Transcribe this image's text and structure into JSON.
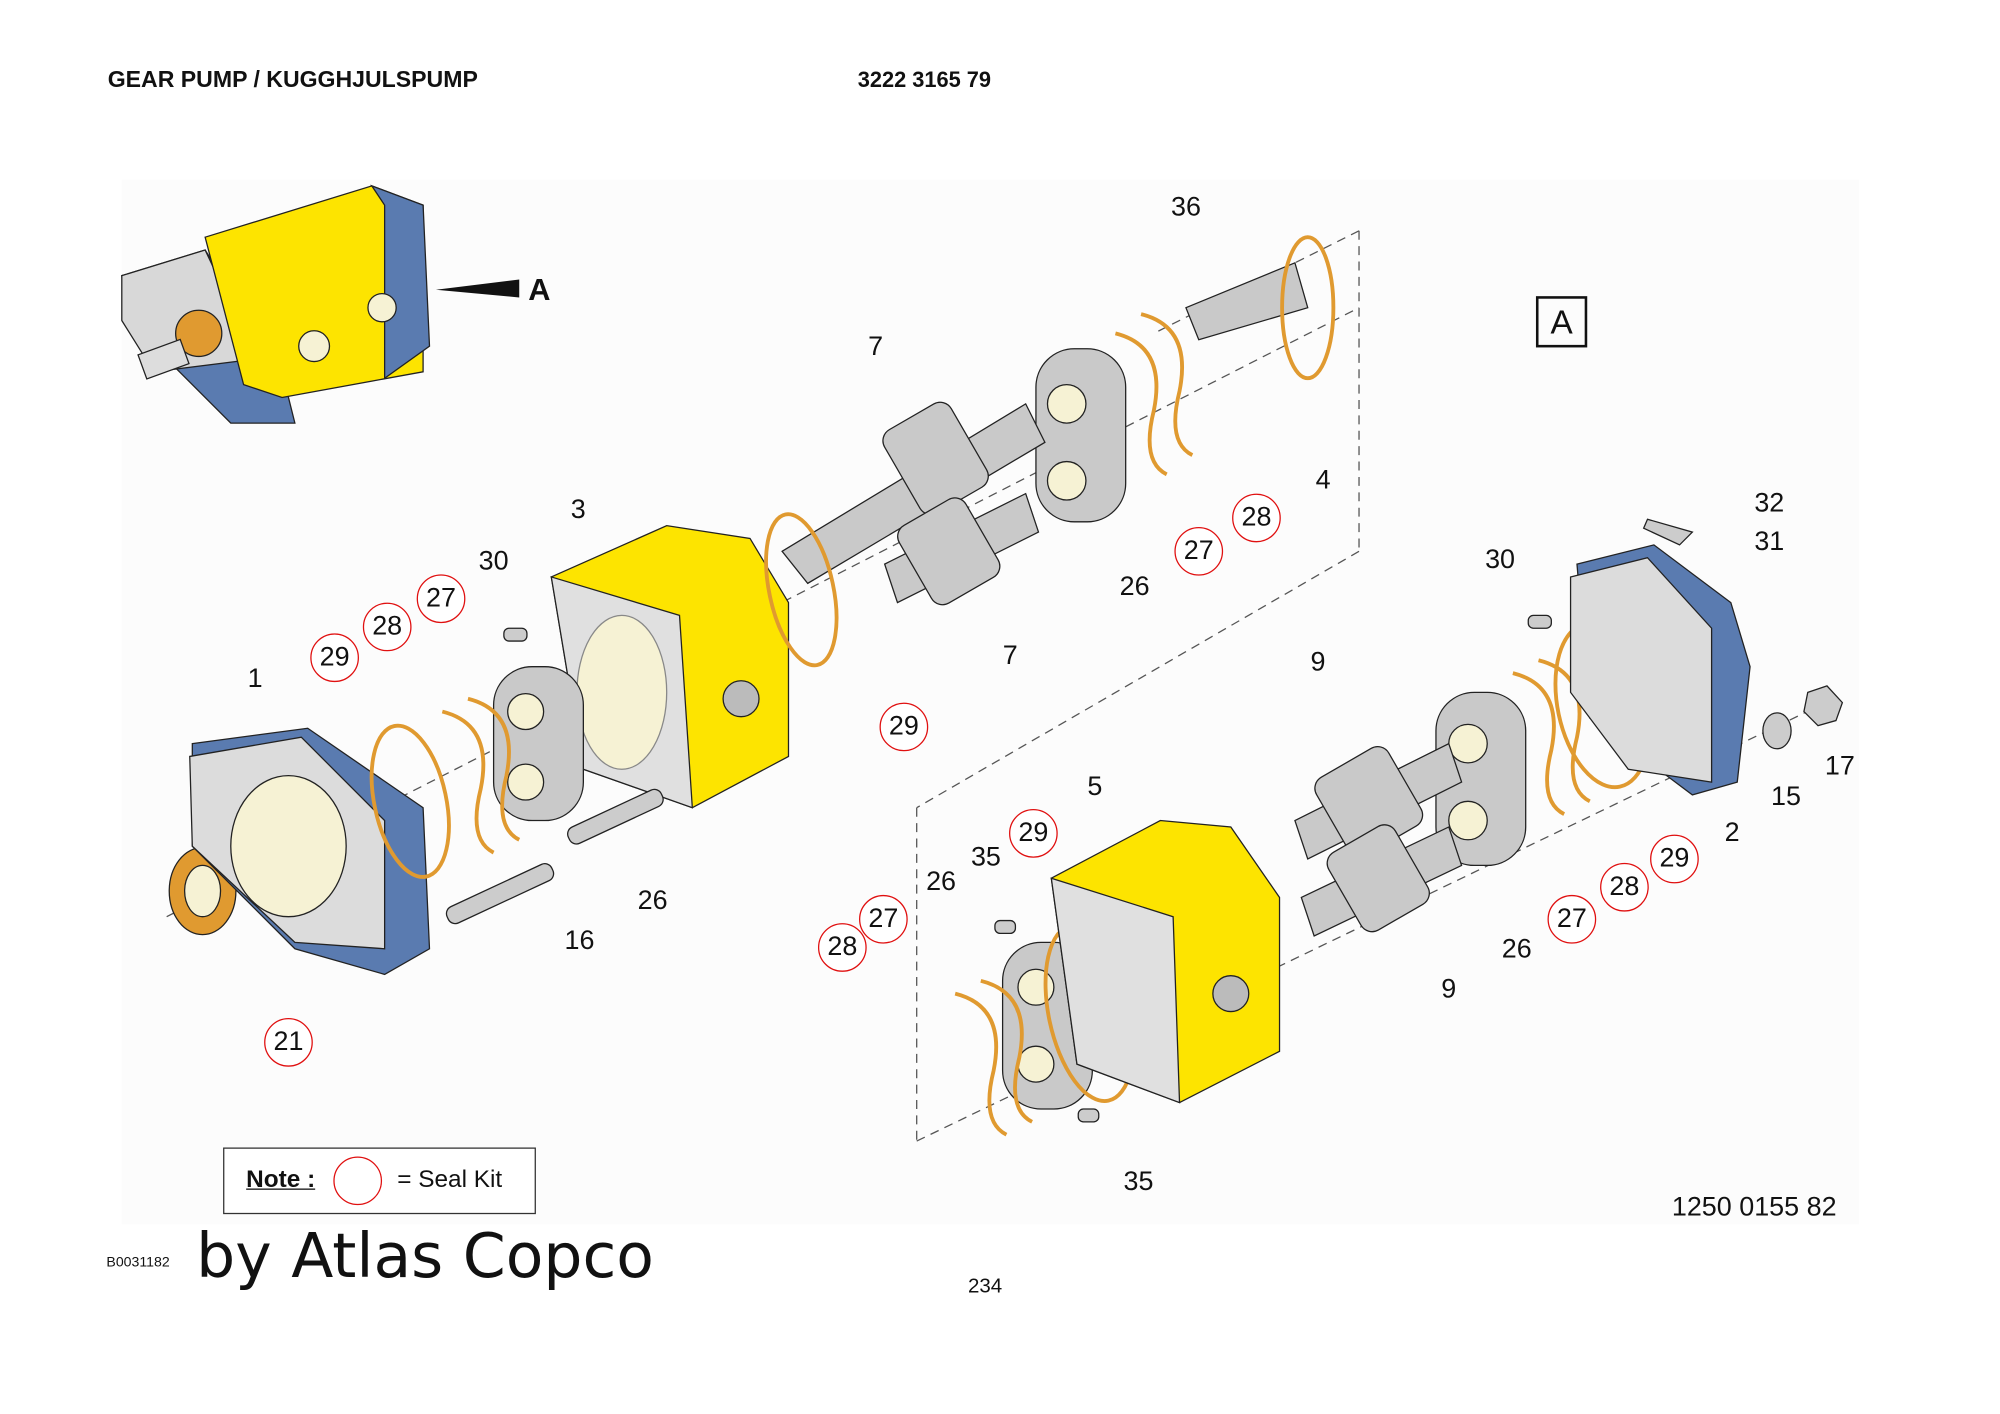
{
  "header": {
    "title": "GEAR PUMP / KUGGHJULSPUMP",
    "part_number": "3222 3165 79"
  },
  "view_marker": "A",
  "view_box_label": "A",
  "callouts": [
    {
      "label": "36",
      "seal_kit": false
    },
    {
      "label": "7",
      "seal_kit": false
    },
    {
      "label": "4",
      "seal_kit": false
    },
    {
      "label": "28",
      "seal_kit": true
    },
    {
      "label": "27",
      "seal_kit": true
    },
    {
      "label": "26",
      "seal_kit": false
    },
    {
      "label": "7",
      "seal_kit": false
    },
    {
      "label": "3",
      "seal_kit": false
    },
    {
      "label": "30",
      "seal_kit": false
    },
    {
      "label": "27",
      "seal_kit": true
    },
    {
      "label": "28",
      "seal_kit": true
    },
    {
      "label": "29",
      "seal_kit": true
    },
    {
      "label": "1",
      "seal_kit": false
    },
    {
      "label": "29",
      "seal_kit": true
    },
    {
      "label": "26",
      "seal_kit": false
    },
    {
      "label": "16",
      "seal_kit": false
    },
    {
      "label": "21",
      "seal_kit": true
    },
    {
      "label": "32",
      "seal_kit": false
    },
    {
      "label": "31",
      "seal_kit": false
    },
    {
      "label": "30",
      "seal_kit": false
    },
    {
      "label": "9",
      "seal_kit": false
    },
    {
      "label": "17",
      "seal_kit": false
    },
    {
      "label": "15",
      "seal_kit": false
    },
    {
      "label": "2",
      "seal_kit": false
    },
    {
      "label": "29",
      "seal_kit": true
    },
    {
      "label": "28",
      "seal_kit": true
    },
    {
      "label": "27",
      "seal_kit": true
    },
    {
      "label": "26",
      "seal_kit": false
    },
    {
      "label": "9",
      "seal_kit": false
    },
    {
      "label": "5",
      "seal_kit": false
    },
    {
      "label": "29",
      "seal_kit": true
    },
    {
      "label": "35",
      "seal_kit": false
    },
    {
      "label": "26",
      "seal_kit": false
    },
    {
      "label": "27",
      "seal_kit": true
    },
    {
      "label": "28",
      "seal_kit": true
    },
    {
      "label": "35",
      "seal_kit": false
    }
  ],
  "note": {
    "label": "Note :",
    "text": "= Seal Kit"
  },
  "drawing_number": "1250 0155 82",
  "image_code": "B0031182",
  "watermark": "by Atlas Copco",
  "page_number": "234",
  "colors": {
    "housing": "#fde400",
    "flange": "#5a7bb0",
    "plate": "#c9c9c9",
    "seal": "#e09a30",
    "seal_kit_circle": "#e01010",
    "bushing": "#f6f2d4"
  }
}
